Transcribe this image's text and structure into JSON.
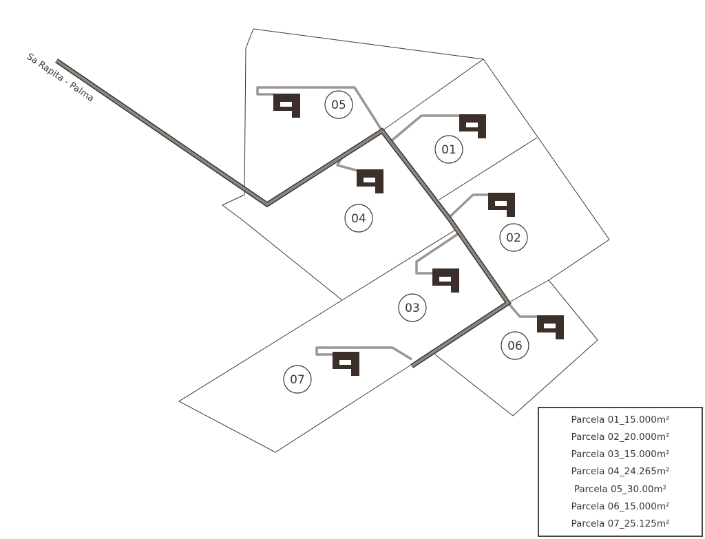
{
  "road_label": "Sa Rapita - Palma",
  "parcels": [
    {
      "id": "01",
      "label": "01"
    },
    {
      "id": "02",
      "label": "02"
    },
    {
      "id": "03",
      "label": "03"
    },
    {
      "id": "04",
      "label": "04"
    },
    {
      "id": "05",
      "label": "05"
    },
    {
      "id": "06",
      "label": "06"
    },
    {
      "id": "07",
      "label": "07"
    }
  ],
  "legend": [
    "Parcela 01_15.000m²",
    "Parcela 02_20.000m²",
    "Parcela 03_15.000m²",
    "Parcela 04_24.265m²",
    "Parcela 05_30.00m²",
    "Parcela 06_15.000m²",
    "Parcela 07_25.125m²"
  ],
  "colors": {
    "line": "#3b3530",
    "road": "#8c8783",
    "driveway": "#9a9693",
    "building": "#3a2f29"
  }
}
